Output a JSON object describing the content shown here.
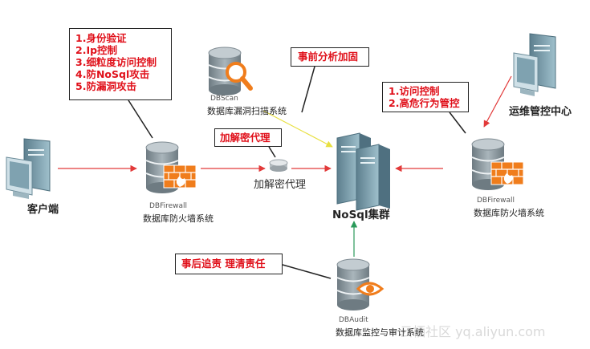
{
  "callouts": {
    "auth_list": [
      "1.身份验证",
      "2.Ip控制",
      "3.细粒度访问控制",
      "4.防NoSql攻击",
      "5.防漏洞攻击"
    ],
    "proxy_tag": "加解密代理",
    "pre_analysis": "事前分析加固",
    "ops_list": [
      "1.访问控制",
      "2.高危行为管控"
    ],
    "audit_tag": "事后追责 理清责任"
  },
  "nodes": {
    "client": "客户端",
    "dbscan_en": "DBScan",
    "dbscan_cn": "数据库漏洞扫描系统",
    "fw_left_en": "DBFirewall",
    "fw_left_cn": "数据库防火墙系统",
    "proxy": "加解密代理",
    "cluster": "NoSql集群",
    "ops": "运维管控中心",
    "fw_right_en": "DBFirewall",
    "fw_right_cn": "数据库防火墙系统",
    "audit_en": "DBAudit",
    "audit_cn": "数据库监控与审计系统"
  },
  "watermark": "云栖社区 yq.aliyun.com",
  "colors": {
    "callout_text": "#e0101a",
    "arrow_red": "#e23a3a",
    "arrow_yellow": "#e8e040",
    "arrow_green": "#2a9a5a",
    "firewall_orange": "#f07d1c",
    "server_gray": "#8e9ba2",
    "monitor_green": "#b9cfc5"
  }
}
